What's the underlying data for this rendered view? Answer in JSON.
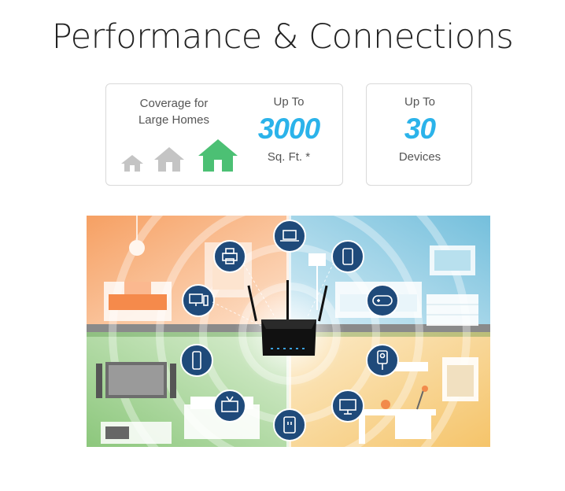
{
  "header": {
    "title": "Performance & Connections"
  },
  "coverage": {
    "label_line1": "Coverage for",
    "label_line2": "Large Homes",
    "prefix": "Up To",
    "value": "3000",
    "unit": "Sq. Ft. *",
    "house_icons": [
      "home-icon-small",
      "home-icon-medium",
      "home-icon-large"
    ]
  },
  "devices": {
    "prefix": "Up To",
    "value": "30",
    "unit": "Devices"
  },
  "colors": {
    "accent": "#2bb3ea",
    "house_inactive": "#c4c4c4",
    "house_active": "#4cc074",
    "device_badge": "#1f4a7a"
  },
  "scene": {
    "device_icons": [
      "printer-icon",
      "laptop-icon",
      "tablet-icon",
      "desktop-icon",
      "gamepad-icon",
      "smartphone-icon",
      "ip-camera-icon",
      "tv-icon",
      "monitor-icon",
      "smart-plug-icon",
      "router-icon"
    ]
  }
}
